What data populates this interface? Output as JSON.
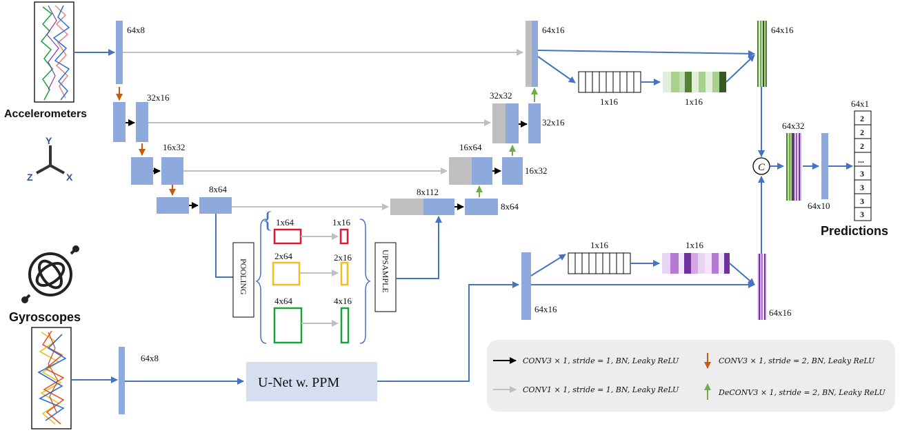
{
  "inputs": {
    "accelerometers": "Accelerometers",
    "gyroscopes": "Gyroscopes",
    "axis_y": "Y",
    "axis_z": "Z",
    "axis_x": "X",
    "gyro_icon": "gyroscope-icon"
  },
  "dims": {
    "d0": "64x8",
    "d1": "32x16",
    "d2": "16x32",
    "d3": "8x64",
    "d4": "8x112",
    "d5": "8x64",
    "d6": "16x64",
    "d7": "16x32",
    "d8": "32x32",
    "d9": "32x16",
    "d10": "64x16",
    "d11": "1x16",
    "d12": "1x16",
    "d13": "64x16",
    "d14": "64x32",
    "d15": "64x10",
    "d16": "64x1",
    "d17": "64x8",
    "d18": "64x16",
    "d19": "1x16",
    "d20": "1x16",
    "d21": "64x16"
  },
  "ppm": {
    "pooling": "POOLING",
    "upsample": "UPSAMPLE",
    "in1": "1x64",
    "out1": "1x16",
    "in2": "2x64",
    "out2": "2x16",
    "in3": "4x64",
    "out3": "4x16",
    "colors": [
      "#e0172f",
      "#f5bc1c",
      "#1aa13a"
    ]
  },
  "unet_box": "U-Net w. PPM",
  "concat_symbol": "C",
  "predictions": {
    "title": "Predictions",
    "values": [
      "2",
      "2",
      "2",
      "...",
      "3",
      "3",
      "3",
      "3"
    ]
  },
  "legend": {
    "black": "CONV3 × 1, stride = 1, BN, Leaky ReLU",
    "orange": "CONV3 × 1, stride = 2, BN, Leaky ReLU",
    "gray": "CONV1 × 1, stride = 1, BN, Leaky ReLU",
    "green": "DeCONV3 × 1, stride = 2, BN, Leaky ReLU"
  },
  "colors": {
    "block": "#8ea9db",
    "skip": "#bfbfbf",
    "flow": "#4472c4",
    "down": "#c55a11",
    "up": "#70ad47",
    "legend_bg": "#ededed"
  }
}
